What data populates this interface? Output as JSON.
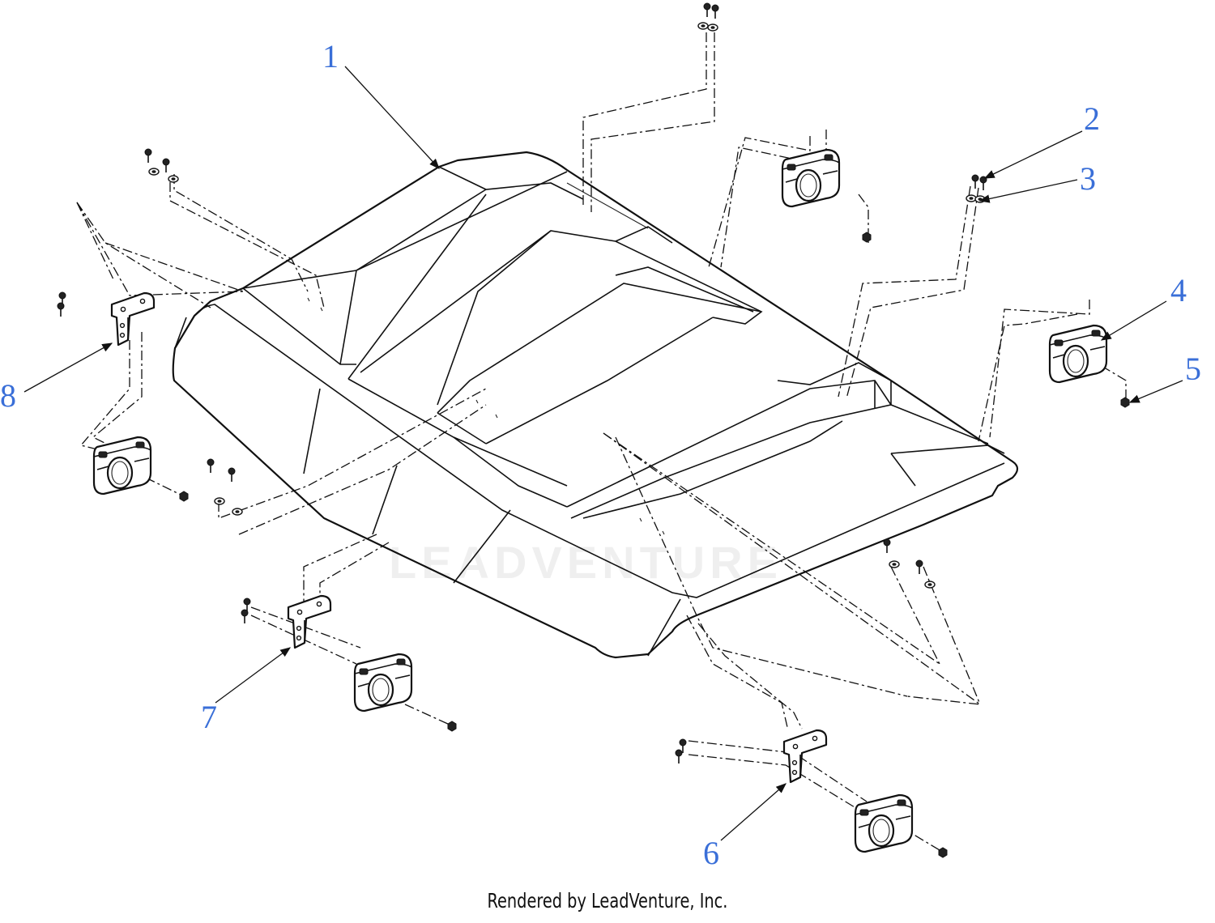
{
  "callouts": [
    {
      "label": "1"
    },
    {
      "label": "2"
    },
    {
      "label": "3"
    },
    {
      "label": "4"
    },
    {
      "label": "5"
    },
    {
      "label": "6"
    },
    {
      "label": "7"
    },
    {
      "label": "8"
    }
  ],
  "footer": "Rendered by LeadVenture, Inc.",
  "watermark": "LEADVENTURE",
  "colors": {
    "callout": "#3a6fd8",
    "line": "#111111",
    "background": "#ffffff"
  }
}
